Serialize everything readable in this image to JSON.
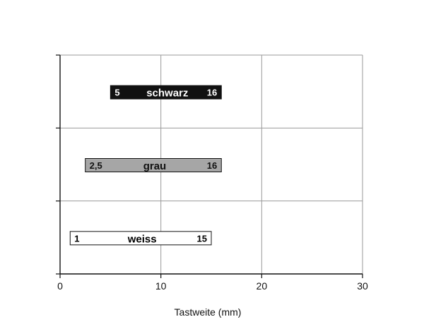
{
  "chart_data": {
    "type": "bar",
    "orientation": "horizontal",
    "xlabel": "Tastweite (mm)",
    "xlim": [
      0,
      30
    ],
    "xticks": [
      "0",
      "10",
      "20",
      "30"
    ],
    "grid": true,
    "series": [
      {
        "name": "weiss",
        "start": 1,
        "end": 15,
        "start_label": "1",
        "end_label": "15",
        "fill": "#ffffff",
        "text": "#000000"
      },
      {
        "name": "grau",
        "start": 2.5,
        "end": 16,
        "start_label": "2,5",
        "end_label": "16",
        "fill": "#a6a6a6",
        "text": "#111111"
      },
      {
        "name": "schwarz",
        "start": 5,
        "end": 16,
        "start_label": "5",
        "end_label": "16",
        "fill": "#111111",
        "text": "#ffffff"
      }
    ]
  }
}
